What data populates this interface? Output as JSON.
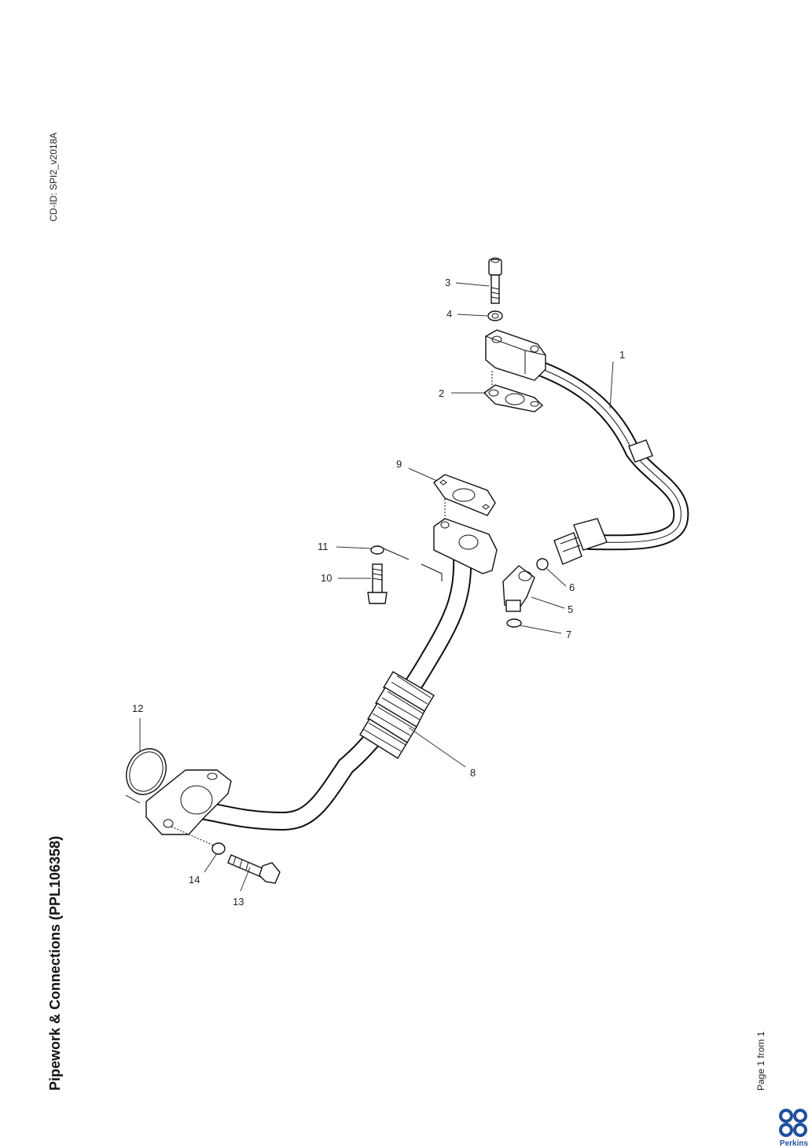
{
  "header": {
    "cd_id": "CD-ID: SPI2_v2018A",
    "title": "Pipework & Connections (PPL106358)"
  },
  "footer": {
    "page": "Page 1 from 1",
    "brand": "Perkins"
  },
  "callouts": [
    "1",
    "2",
    "3",
    "4",
    "5",
    "6",
    "7",
    "8",
    "9",
    "10",
    "11",
    "12",
    "13",
    "14"
  ]
}
